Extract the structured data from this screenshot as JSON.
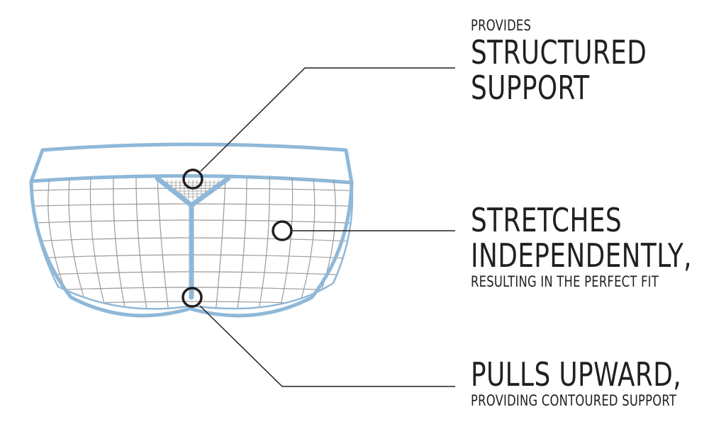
{
  "callouts": {
    "structured_support": {
      "lead": "PROVIDES",
      "line1": "STRUCTURED",
      "line2": "SUPPORT"
    },
    "stretches": {
      "line1": "STRETCHES",
      "line2": "INDEPENDENTLY,",
      "detail": "RESULTING IN THE PERFECT FIT"
    },
    "pulls_upward": {
      "line1": "PULLS UPWARD,",
      "detail": "PROVIDING CONTOURED SUPPORT"
    }
  },
  "colors": {
    "garment_outline": "#8fb8d8",
    "mesh_lines": "#9a9a9a",
    "leader_lines": "#231f20",
    "text": "#231f20"
  },
  "icons": [
    "target-circle-icon"
  ]
}
